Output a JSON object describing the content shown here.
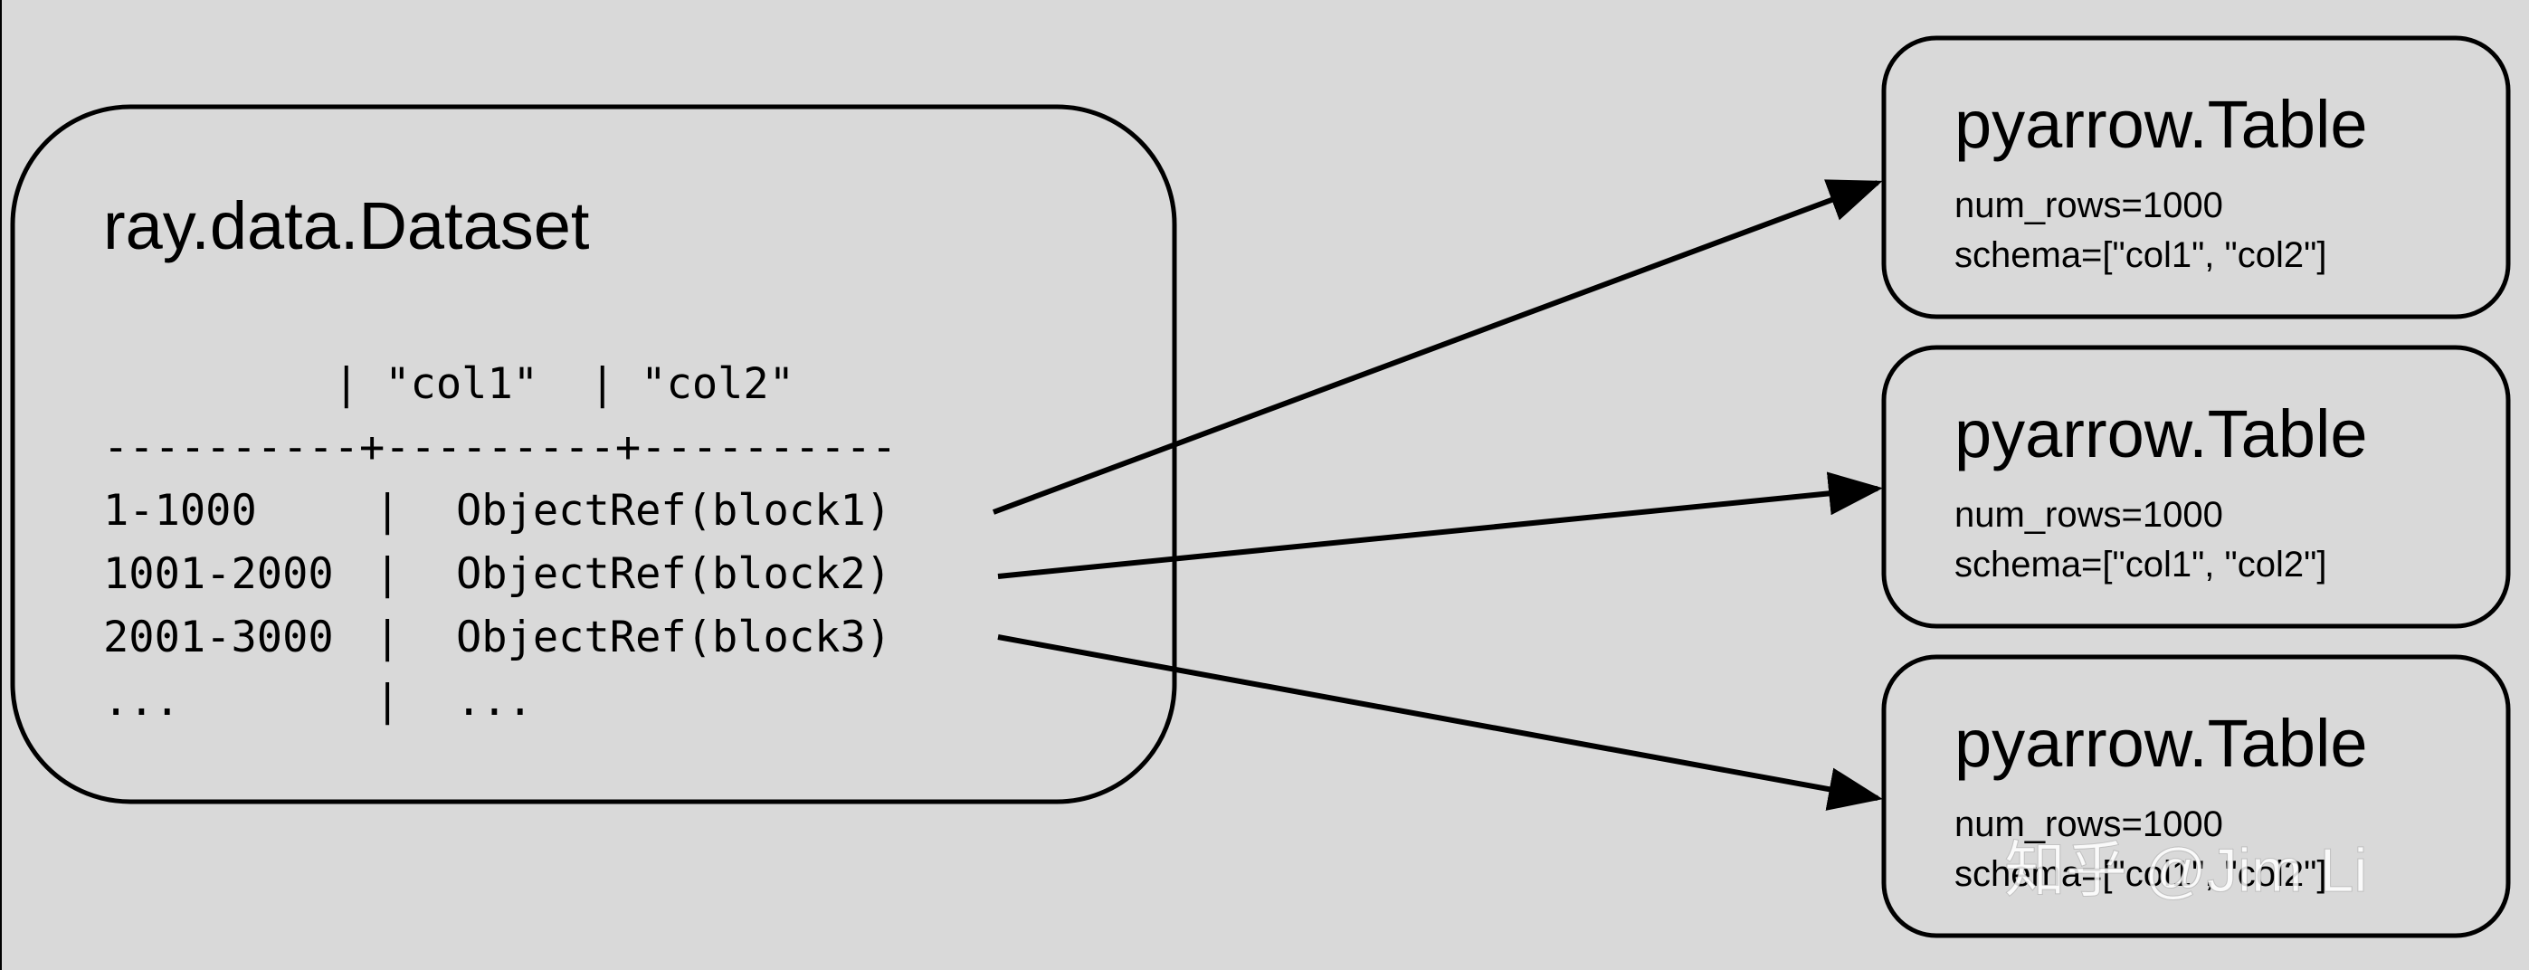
{
  "dataset": {
    "title": "ray.data.Dataset",
    "header_line": "         | \"col1\"  | \"col2\"",
    "separator_line": "----------+---------+----------",
    "rows": [
      {
        "range": "1-1000",
        "ref": "ObjectRef(block1)"
      },
      {
        "range": "1001-2000",
        "ref": "ObjectRef(block2)"
      },
      {
        "range": "2001-3000",
        "ref": "ObjectRef(block3)"
      },
      {
        "range": "...",
        "ref": "..."
      }
    ]
  },
  "tables": [
    {
      "title": "pyarrow.Table",
      "num_rows": "num_rows=1000",
      "schema": "schema=[\"col1\", \"col2\"]"
    },
    {
      "title": "pyarrow.Table",
      "num_rows": "num_rows=1000",
      "schema": "schema=[\"col1\", \"col2\"]"
    },
    {
      "title": "pyarrow.Table",
      "num_rows": "num_rows=1000",
      "schema": "schema=[\"col1\", \"col2\"]"
    }
  ],
  "watermark": "知乎 @Jim Li",
  "colors": {
    "background": "#d9d9d9",
    "stroke": "#000000",
    "text": "#000000",
    "watermark": "#ffffff"
  }
}
